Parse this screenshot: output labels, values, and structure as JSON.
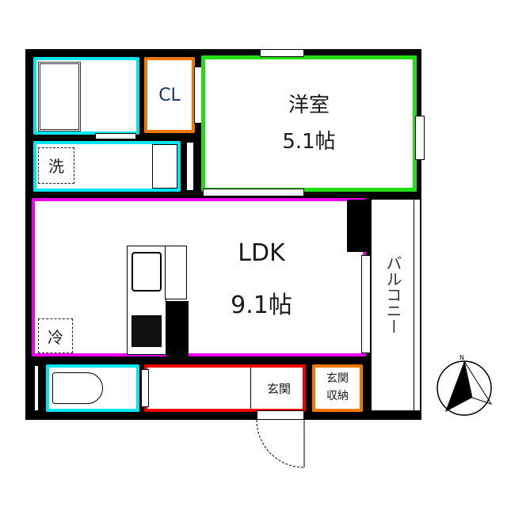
{
  "floorplan": {
    "colors": {
      "wall": "#000000",
      "bath": "#00e5ee",
      "closet": "#f07800",
      "western_room": "#22dd11",
      "ldk": "#ee00ee",
      "entrance_hall": "#ee0000"
    },
    "rooms": {
      "closet": {
        "label": "CL"
      },
      "western_room": {
        "label": "洋室",
        "size": "5.1帖"
      },
      "washroom": {
        "label": "洗"
      },
      "ldk": {
        "label": "LDK",
        "size": "9.1帖"
      },
      "fridge": {
        "label": "冷"
      },
      "entrance": {
        "label": "玄関"
      },
      "entrance_storage": {
        "label_line1": "玄関",
        "label_line2": "収納"
      },
      "balcony": {
        "label": "バルコニー"
      }
    },
    "compass": {
      "label": "N"
    }
  }
}
